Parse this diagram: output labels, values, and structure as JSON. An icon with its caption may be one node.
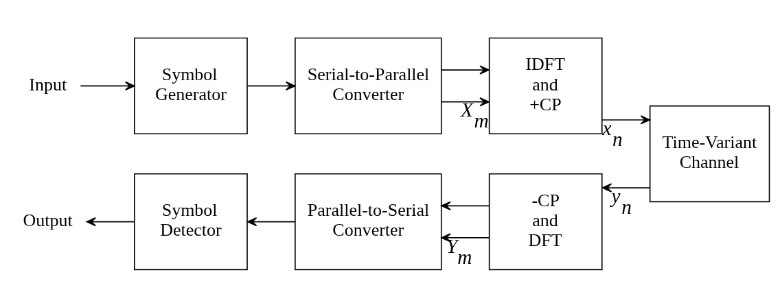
{
  "diagram": {
    "nodes": [
      {
        "text": [
          "Input"
        ]
      },
      {
        "text": [
          "Symbol Generator"
        ]
      },
      {
        "text": [
          "Serial-to-Parallel Converter"
        ]
      },
      {
        "text": [
          "IDFT and +CP"
        ]
      },
      {
        "text": [
          "Time-Variant Channel"
        ]
      },
      {
        "text": [
          "-CP and DFT"
        ]
      },
      {
        "text": [
          "Parallel-to-Serial Converter"
        ]
      },
      {
        "text": [
          "Symbol Detector"
        ]
      },
      {
        "text": [
          "Output"
        ]
      }
    ],
    "edges": [
      {
        "from": 0,
        "to": 1,
        "arrow": "to"
      },
      {
        "from": 1,
        "to": 2,
        "arrow": "to"
      },
      {
        "from": 2,
        "to": 3,
        "arrow": "to",
        "label": "X$_{m}$"
      },
      {
        "from": 2,
        "to": 3,
        "arrow": "to"
      },
      {
        "from": 3,
        "to": 4,
        "arrow": "to",
        "label": "x$_{n}$"
      },
      {
        "from": 4,
        "to": 5,
        "arrow": "to",
        "label": "y$_{n}$"
      },
      {
        "from": 5,
        "to": 6,
        "arrow": "to",
        "label": "Y$_{m}$"
      },
      {
        "from": 5,
        "to": 6,
        "arrow": "to"
      },
      {
        "from": 6,
        "to": 7,
        "arrow": "to"
      },
      {
        "from": 7,
        "to": 8,
        "arrow": "to"
      }
    ]
  }
}
